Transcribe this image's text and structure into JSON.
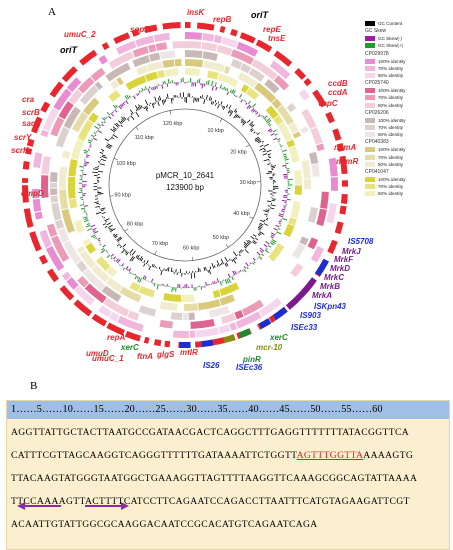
{
  "panel_a_label": "A",
  "panel_b_label": "B",
  "plasmid": {
    "name": "pMCR_10_2641",
    "size": "123900 bp"
  },
  "kbp_ticks": [
    "10 kbp",
    "20 kbp",
    "30 kbp",
    "40 kbp",
    "50 kbp",
    "60 kbp",
    "70 kbp",
    "80 kbp",
    "90 kbp",
    "100 kbp",
    "110 kbp",
    "120 kbp"
  ],
  "legend": {
    "gc_content": "GC Content",
    "gc_skew": "GC Skew",
    "gc_skew_neg": "GC Skew(-)",
    "gc_skew_pos": "GC Skew(+)",
    "identity_labels": [
      "100% identity",
      "70% identity",
      "50% identity"
    ],
    "references": [
      {
        "name": "CP029978",
        "colors": [
          "#e98bd0",
          "#f0b6de",
          "#f6d6ec"
        ]
      },
      {
        "name": "CP025740",
        "colors": [
          "#e0628f",
          "#eb9bb7",
          "#f4cdda"
        ]
      },
      {
        "name": "CP026206",
        "colors": [
          "#c9b9b6",
          "#dcd1cf",
          "#ece6e5"
        ]
      },
      {
        "name": "CP040383",
        "colors": [
          "#d9c97c",
          "#e6dca8",
          "#f1ebd0"
        ]
      },
      {
        "name": "CP041047",
        "colors": [
          "#d8d43a",
          "#e7e47f",
          "#f2f0bd"
        ]
      }
    ],
    "colors": {
      "gc_content": "#000000",
      "gc_skew_neg": "#9b1fa4",
      "gc_skew_pos": "#1f9b2b"
    }
  },
  "genes": [
    {
      "label": "repB",
      "color": "#e8262d"
    },
    {
      "label": "oriT",
      "color": "#000000"
    },
    {
      "label": "repE",
      "color": "#e8262d"
    },
    {
      "label": "tnsE",
      "color": "#e8262d"
    },
    {
      "label": "ccdB",
      "color": "#e8262d"
    },
    {
      "label": "ccdA",
      "color": "#e8262d"
    },
    {
      "label": "vapC",
      "color": "#e8262d"
    },
    {
      "label": "nemA",
      "color": "#e8262d"
    },
    {
      "label": "nemR",
      "color": "#e8262d"
    },
    {
      "label": "IS5708",
      "color": "#1b2fd1"
    },
    {
      "label": "MrkJ",
      "color": "#7a1a8c"
    },
    {
      "label": "MrkF",
      "color": "#7a1a8c"
    },
    {
      "label": "MrkD",
      "color": "#7a1a8c"
    },
    {
      "label": "MrkC",
      "color": "#7a1a8c"
    },
    {
      "label": "MrkB",
      "color": "#7a1a8c"
    },
    {
      "label": "MrkA",
      "color": "#7a1a8c"
    },
    {
      "label": "ISKpn43",
      "color": "#1b2fd1"
    },
    {
      "label": "IS903",
      "color": "#1b2fd1"
    },
    {
      "label": "ISEc33",
      "color": "#1b2fd1"
    },
    {
      "label": "xerC",
      "color": "#1f8a2b"
    },
    {
      "label": "mcr-10",
      "color": "#8a8a12"
    },
    {
      "label": "pinR",
      "color": "#1f8a2b"
    },
    {
      "label": "ISEc36",
      "color": "#1b2fd1"
    },
    {
      "label": "IS26",
      "color": "#1b2fd1"
    },
    {
      "label": "mtlR",
      "color": "#e8262d"
    },
    {
      "label": "glgS",
      "color": "#e8262d"
    },
    {
      "label": "ftnA",
      "color": "#e8262d"
    },
    {
      "label": "xerC",
      "color": "#1f8a2b"
    },
    {
      "label": "repA",
      "color": "#e8262d"
    },
    {
      "label": "umuC_1",
      "color": "#e8262d"
    },
    {
      "label": "umuD",
      "color": "#e8262d"
    },
    {
      "label": "ompD",
      "color": "#e8262d"
    },
    {
      "label": "scrK",
      "color": "#e8262d"
    },
    {
      "label": "scrY",
      "color": "#e8262d"
    },
    {
      "label": "sacX",
      "color": "#e8262d"
    },
    {
      "label": "scrB",
      "color": "#e8262d"
    },
    {
      "label": "cra",
      "color": "#e8262d"
    },
    {
      "label": "oriT",
      "color": "#000000"
    },
    {
      "label": "umuC_2",
      "color": "#e8262d"
    },
    {
      "label": "sopB",
      "color": "#e8262d"
    },
    {
      "label": "insK",
      "color": "#e8262d"
    }
  ],
  "sequence": {
    "ruler": "1……5……10……15……20……25……30……35……40……45……50……55……60",
    "lines": [
      {
        "pre": "AGGTTATTGCTACTTAATGCCGATAACGACTCAGGCTTTGAGGTTTTTTTATACGGTTCA",
        "hl": "",
        "post": ""
      },
      {
        "pre": "CATTTCGTTAGCAAGGTCAGGGTTTTTTGATAAAATTCTGGTT",
        "hl": "AGTTTGGTTA",
        "post": "AAAAGTG"
      },
      {
        "pre": "TTACAAGTATGGGTAATGGCTGAAAGGTTAGTTTTAAGGTTCAAAGCGGCAGTATTAAAA",
        "hl": "",
        "post": ""
      },
      {
        "pre": "TTCCAAAAGTTACTTTTCATCCTTCAGAATCCAGACCTTAATTTCATGTAGAAGATTCGT",
        "hl": "",
        "post": ""
      },
      {
        "pre": "ACAATTGTATTGGCGCAAGGACAATCCGCACATGTCAGAATCAGA",
        "hl": "",
        "post": ""
      }
    ]
  }
}
